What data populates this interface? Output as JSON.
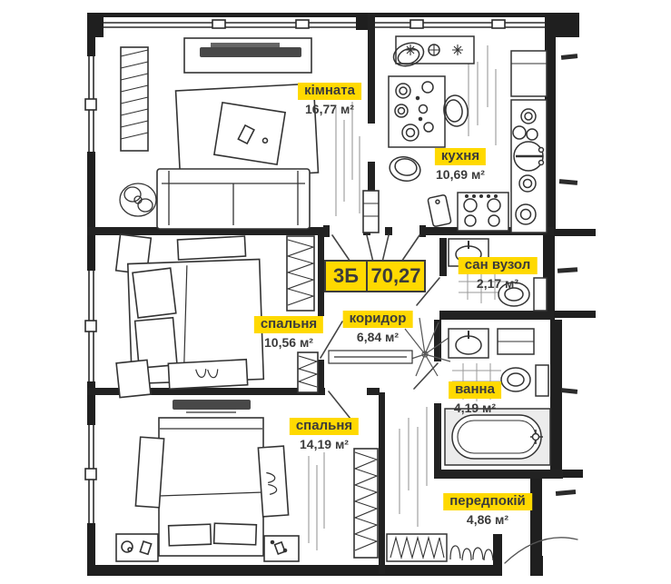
{
  "plan": {
    "badge": {
      "layout_code": "3Б",
      "total_area": "70,27"
    },
    "rooms": [
      {
        "name": "кімната",
        "area": "16,77 м²"
      },
      {
        "name": "кухня",
        "area": "10,69 м²"
      },
      {
        "name": "сан вузол",
        "area": "2,17 м²"
      },
      {
        "name": "спальня",
        "area": "10,56 м²"
      },
      {
        "name": "коридор",
        "area": "6,84 м²"
      },
      {
        "name": "ванна",
        "area": "4,19 м²"
      },
      {
        "name": "спальня",
        "area": "14,19 м²"
      },
      {
        "name": "передпокій",
        "area": "4,86 м²"
      }
    ],
    "colors": {
      "label_bg": "#ffd900",
      "label_text": "#3b3b3b",
      "wall_line": "#1f1f1f",
      "tv_fill": "#484848",
      "tub_fill": "#ececec"
    }
  }
}
